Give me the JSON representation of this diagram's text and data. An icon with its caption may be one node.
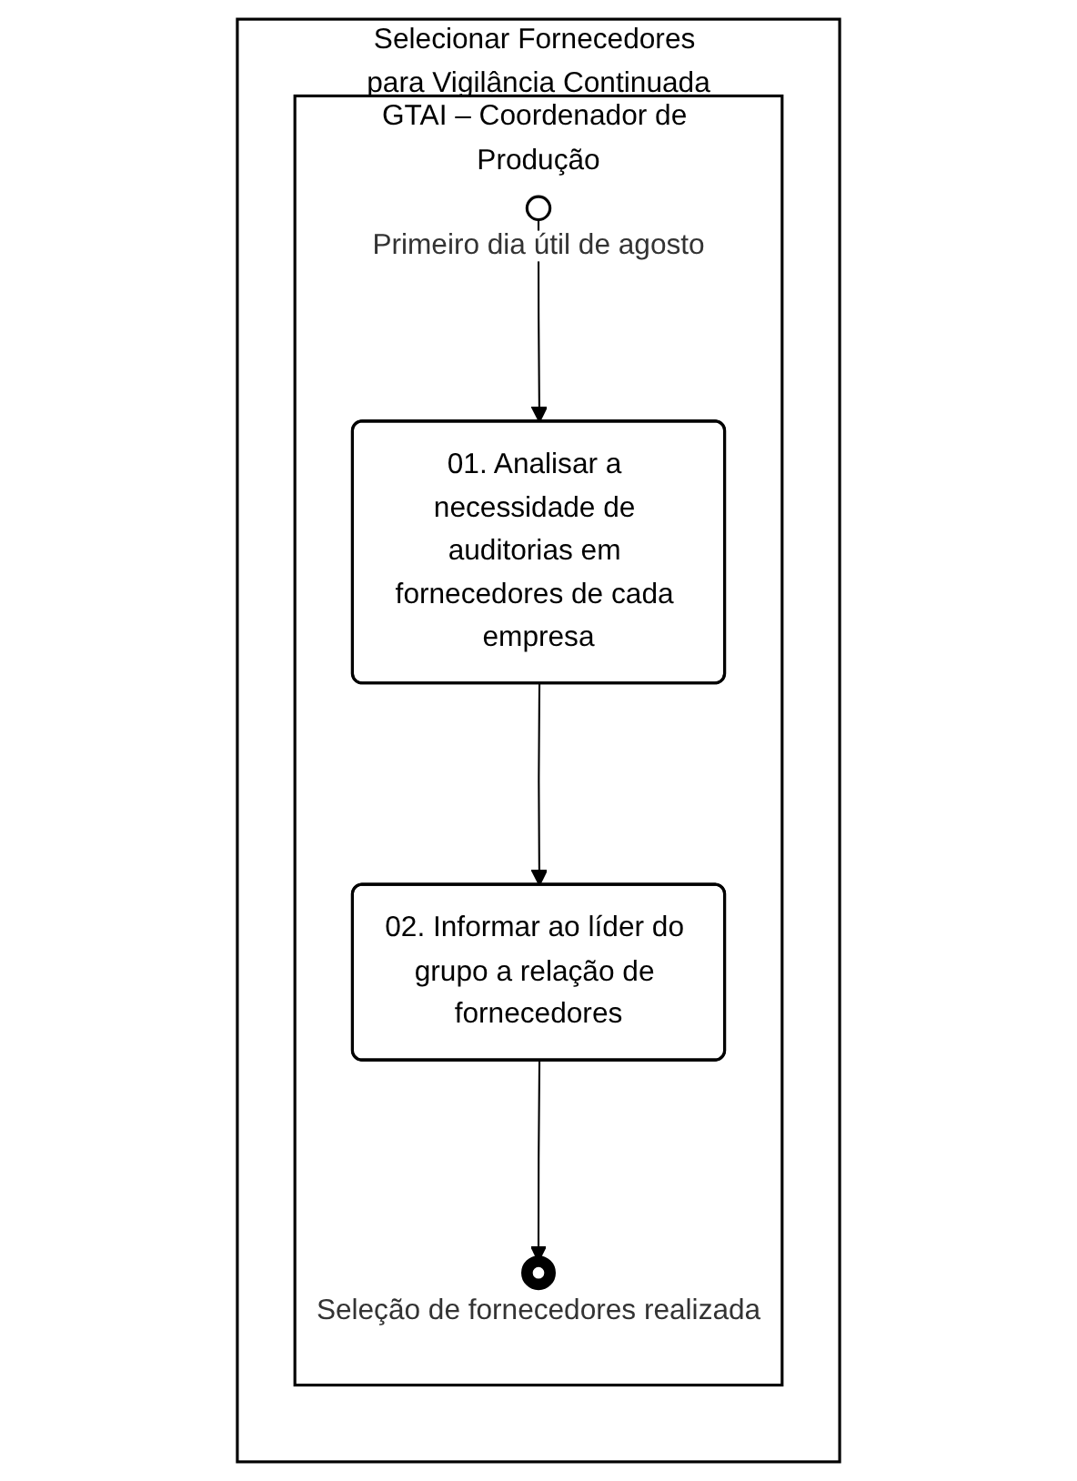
{
  "diagram": {
    "nodes": [
      {
        "text": [
          "Selecionar Fornecedores para Vigilância Continuada"
        ]
      },
      {
        "text": [
          "GTAI – Coordenador de Produção"
        ],
        "in": 0
      },
      {
        "text": [],
        "shape": "circle",
        "beside": [
          "Primeiro dia útil de agosto"
        ],
        "in": 1
      },
      {
        "text": [
          "01. Analisar a necessidade de auditorias em fornecedores de cada empresa"
        ],
        "in": 1
      },
      {
        "text": [
          "02. Informar ao líder do grupo a relação de fornecedores"
        ],
        "in": 1
      },
      {
        "text": [],
        "shape": "circle",
        "beside": [
          "Seleção de fornecedores realizada"
        ],
        "in": 1
      }
    ],
    "edges": [
      {
        "from": 2,
        "to": 3,
        "arrow": "to"
      },
      {
        "from": 3,
        "to": 4,
        "arrow": "to"
      },
      {
        "from": 4,
        "to": 5,
        "arrow": "to"
      }
    ]
  }
}
